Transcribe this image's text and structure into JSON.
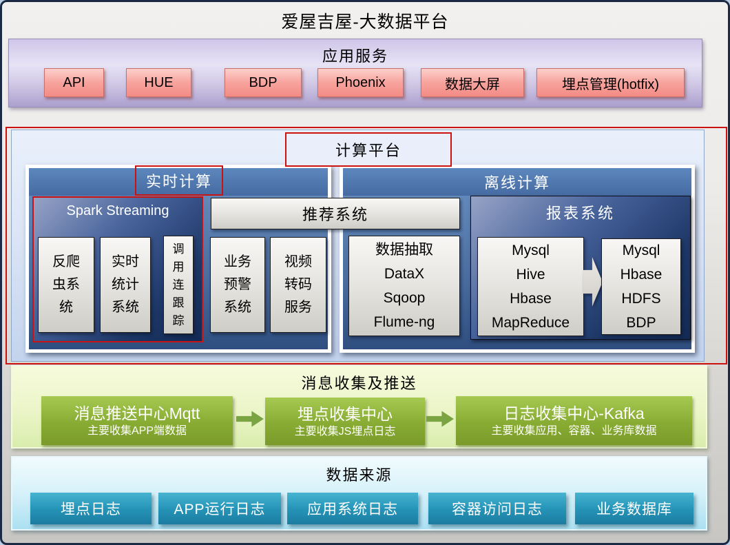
{
  "title": "爱屋吉屋-大数据平台",
  "app_services": {
    "header": "应用服务",
    "items": [
      "API",
      "HUE",
      "BDP",
      "Phoenix",
      "数据大屏",
      "埋点管理(hotfix)"
    ]
  },
  "compute_platform": {
    "header": "计算平台",
    "realtime": {
      "header": "实时计算",
      "spark_title": "Spark Streaming",
      "spark_items": [
        "反爬虫系统",
        "实时统计系统",
        "调用连跟踪"
      ],
      "recommend": "推荐系统",
      "items": [
        "业务预警系统",
        "视频转码服务"
      ]
    },
    "offline": {
      "header": "离线计算",
      "extract_lines": [
        "数据抽取",
        "DataX",
        "Sqoop",
        "Flume-ng"
      ],
      "report": {
        "title": "报表系统",
        "source_lines": [
          "Mysql",
          "Hive",
          "Hbase",
          "MapReduce"
        ],
        "target_lines": [
          "Mysql",
          "Hbase",
          "HDFS",
          "BDP"
        ]
      }
    }
  },
  "messaging": {
    "header": "消息收集及推送",
    "nodes": [
      {
        "title": "消息推送中心Mqtt",
        "subtitle": "主要收集APP端数据"
      },
      {
        "title": "埋点收集中心",
        "subtitle": "主要收集JS埋点日志"
      },
      {
        "title": "日志收集中心-Kafka",
        "subtitle": "主要收集应用、容器、业务库数据"
      }
    ]
  },
  "data_sources": {
    "header": "数据来源",
    "items": [
      "埋点日志",
      "APP运行日志",
      "应用系统日志",
      "容器访问日志",
      "业务数据库"
    ]
  },
  "colors": {
    "annotation_red": "#cc1111",
    "steel_blue_header": "#4e79af",
    "navy_box": "#16325e",
    "pink_button": "#f28b84",
    "purple_panel": "#ab9fce",
    "green_node": "#88ac33",
    "green_panel": "#ecf5c8",
    "teal_box": "#2695b8",
    "cyan_panel": "#d6f1fa"
  }
}
